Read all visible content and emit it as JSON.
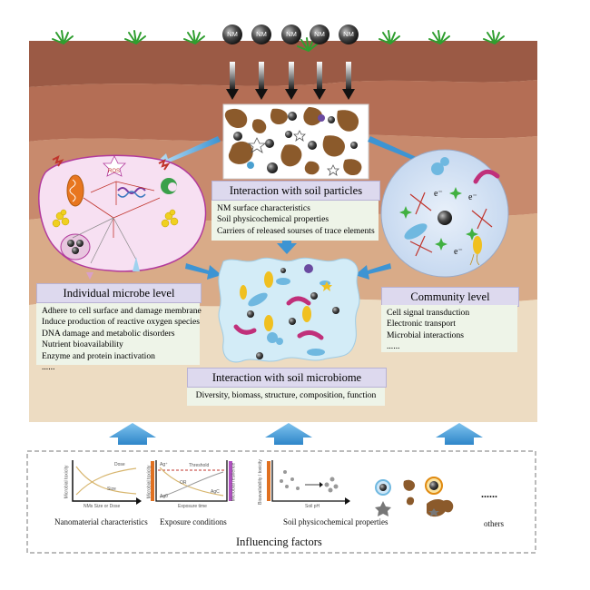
{
  "nm_label": "NM",
  "soil_particles": {
    "title": "Interaction with soil particles",
    "items": [
      "NM surface characteristics",
      "Soil physicochemical properties",
      "Carriers of released sourses of trace elements"
    ]
  },
  "individual": {
    "title": "Individual microbe level",
    "items": [
      "Adhere to cell surface and damage membrane",
      "Induce production of reactive oxygen species",
      "DNA damage and metabolic disorders",
      "Nutrient bioavailability",
      "Enzyme and protein inactivation",
      "......"
    ],
    "ros": "ROS"
  },
  "community": {
    "title": "Community level",
    "items": [
      "Cell signal transduction",
      "Electronic transport",
      "Microbial interactions",
      "......"
    ],
    "electron": "e⁻"
  },
  "microbiome": {
    "title": "Interaction with soil microbiome",
    "body": "Diversity, biomass, structure, composition, function"
  },
  "factors": {
    "title": "Influencing factors",
    "nanomaterial": {
      "caption": "Nanomaterial characteristics",
      "ylabel": "Microbial toxicity",
      "xlabel": "NMs Size or Dose",
      "curve1": "Dose",
      "curve2": "Size"
    },
    "exposure": {
      "caption": "Exposure conditions",
      "ylabel": "Microbial toxicity",
      "ylabel2": "Microbial resilience",
      "xlabel": "Exposure time",
      "threshold": "Threshold",
      "ag_plus": "Ag⁺",
      "ag0": "Ag0",
      "or": "OR",
      "agc": "AgC"
    },
    "soil": {
      "caption": "Soil physicochemical properties",
      "ylabel": "Bioavailability / toxicity",
      "xlabel": "Soil pH"
    },
    "others": "others",
    "ellipsis": "......"
  },
  "colors": {
    "soil_top": "#9b5a45",
    "soil_band1": "#b97a60",
    "soil_band2": "#c99373",
    "soil_band3": "#d8ad8c",
    "soil_bottom": "#ecdcc3",
    "grass": "#2f9e2f",
    "arrow_blue": "#4a9ad6",
    "title_box": "#ddd9ee",
    "body_box": "#eef4e8"
  }
}
